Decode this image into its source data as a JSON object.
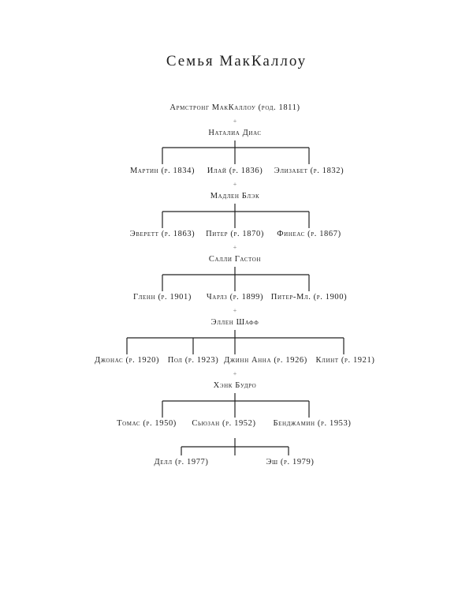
{
  "title": "Семья МакКаллоу",
  "plus": "+",
  "tree": {
    "founder": "Армстронг МакКаллоу (род. 1811)",
    "spouse1": "Наталиа Диас",
    "gen1": [
      "Мартин (р. 1834)",
      "Илай (р. 1836)",
      "Элизабет (р. 1832)"
    ],
    "spouse2": "Мадлен Блэк",
    "gen2": [
      "Эверетт (р. 1863)",
      "Питер (р. 1870)",
      "Финеас (р. 1867)"
    ],
    "spouse3": "Салли Гастон",
    "gen3": [
      "Гленн (р. 1901)",
      "Чарлз (р. 1899)",
      "Питер-Мл. (р. 1900)"
    ],
    "spouse4": "Эллен Шафф",
    "gen4": [
      "Джонас (р. 1920)",
      "Пол (р. 1923)",
      "Джинн Анна (р. 1926)",
      "Клинт (р. 1921)"
    ],
    "spouse5": "Хэнк Будро",
    "gen5": [
      "Томас (р. 1950)",
      "Сьюзан (р. 1952)",
      "Бенджамин (р. 1953)"
    ],
    "gen6": [
      "Делл (р. 1977)",
      "Эш (р. 1979)"
    ]
  }
}
